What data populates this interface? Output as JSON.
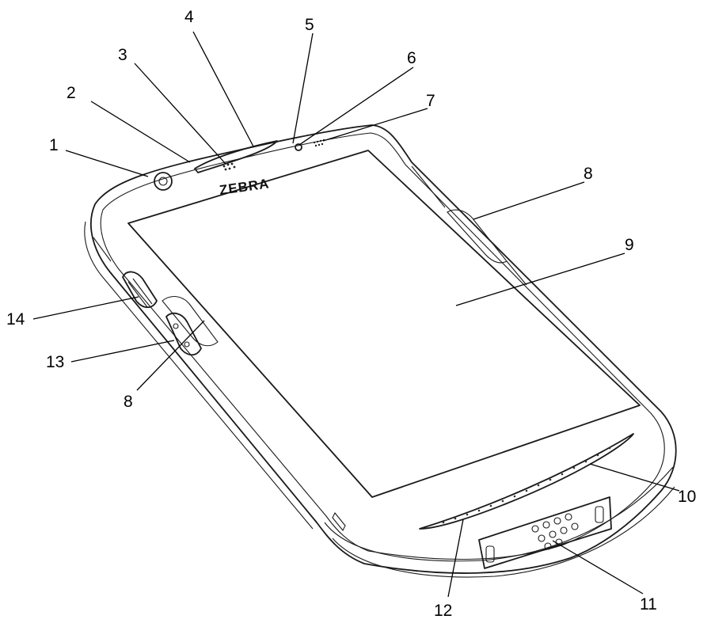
{
  "device": {
    "brand_label": "ZEBRA"
  },
  "callouts": [
    {
      "id": "c1",
      "number": "1"
    },
    {
      "id": "c2",
      "number": "2"
    },
    {
      "id": "c3",
      "number": "3"
    },
    {
      "id": "c4",
      "number": "4"
    },
    {
      "id": "c5",
      "number": "5"
    },
    {
      "id": "c6",
      "number": "6"
    },
    {
      "id": "c7",
      "number": "7"
    },
    {
      "id": "c8a",
      "number": "8"
    },
    {
      "id": "c9",
      "number": "9"
    },
    {
      "id": "c10",
      "number": "10"
    },
    {
      "id": "c11",
      "number": "11"
    },
    {
      "id": "c12",
      "number": "12"
    },
    {
      "id": "c13",
      "number": "13"
    },
    {
      "id": "c14",
      "number": "14"
    },
    {
      "id": "c8b",
      "number": "8"
    }
  ]
}
